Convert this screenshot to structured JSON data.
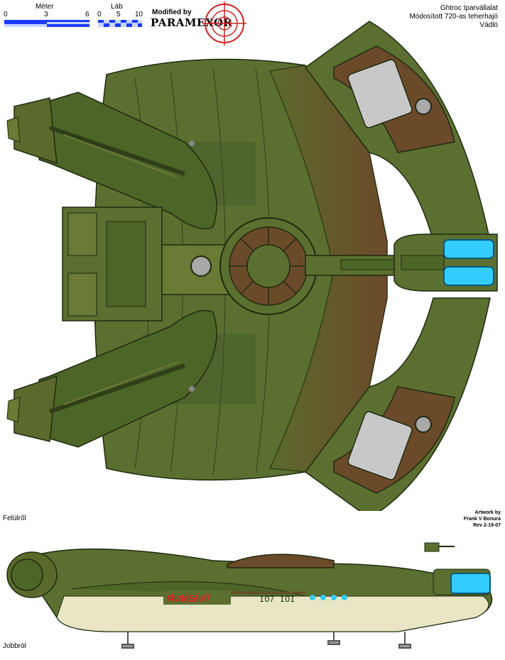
{
  "scales": {
    "meter": {
      "label": "Méter",
      "ticks": [
        "0",
        "3",
        "6"
      ]
    },
    "foot": {
      "label": "Láb",
      "ticks": [
        "0",
        "5",
        "10"
      ]
    }
  },
  "brand": {
    "modified_by": "Modified by",
    "name": "PARAMEXOR"
  },
  "info": {
    "line1": "Ghtroc Iparvállalat",
    "line2": "Módosított 720-as teherhajó",
    "line3": "Vádló"
  },
  "credit": {
    "line1": "Artwork by",
    "line2": "Frank V Bonura",
    "line3": "Rev 2-19-07"
  },
  "views": {
    "top": "Felülről",
    "side": "Jobbról"
  },
  "colors": {
    "hull_green": "#556b2f",
    "hull_dark": "#3e5a22",
    "hull_brown": "#6b4a2a",
    "engine_glow": "#33ccff",
    "underside_cream": "#e8e6c4",
    "scale_blue": "#1a3aff"
  },
  "side_markings": {
    "registry": "ЯИИБ\\И7",
    "code": "IO7 IOI"
  }
}
